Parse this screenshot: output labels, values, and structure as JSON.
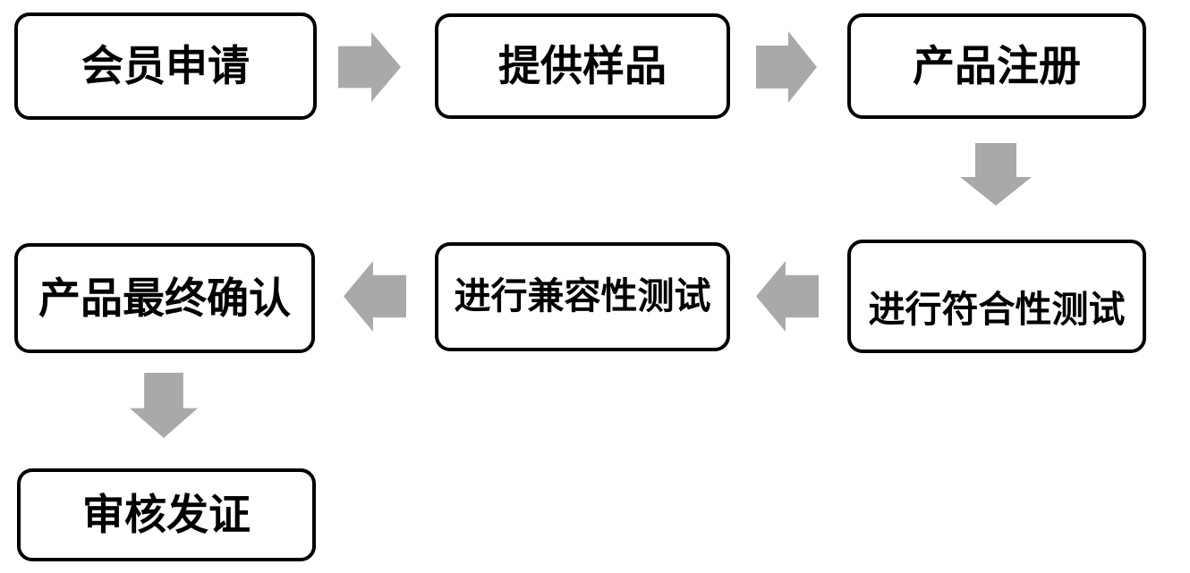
{
  "flowchart": {
    "nodes": [
      {
        "id": "member-application",
        "label": "会员申请"
      },
      {
        "id": "provide-samples",
        "label": "提供样品"
      },
      {
        "id": "product-registration",
        "label": "产品注册"
      },
      {
        "id": "conformity-test",
        "label": "进行符合性测试"
      },
      {
        "id": "compatibility-test",
        "label": "进行兼容性测试"
      },
      {
        "id": "final-product-confirmation",
        "label": "产品最终确认"
      },
      {
        "id": "review-and-certification",
        "label": "审核发证"
      }
    ],
    "arrows": [
      {
        "from": "member-application",
        "to": "provide-samples",
        "direction": "right"
      },
      {
        "from": "provide-samples",
        "to": "product-registration",
        "direction": "right"
      },
      {
        "from": "product-registration",
        "to": "conformity-test",
        "direction": "down"
      },
      {
        "from": "conformity-test",
        "to": "compatibility-test",
        "direction": "left"
      },
      {
        "from": "compatibility-test",
        "to": "final-product-confirmation",
        "direction": "left"
      },
      {
        "from": "final-product-confirmation",
        "to": "review-and-certification",
        "direction": "down"
      }
    ],
    "colors": {
      "arrow": "#A9A9A9",
      "box_border": "#000000",
      "box_fill": "#FFFFFF",
      "text": "#000000",
      "background": "#FFFFFF"
    }
  }
}
